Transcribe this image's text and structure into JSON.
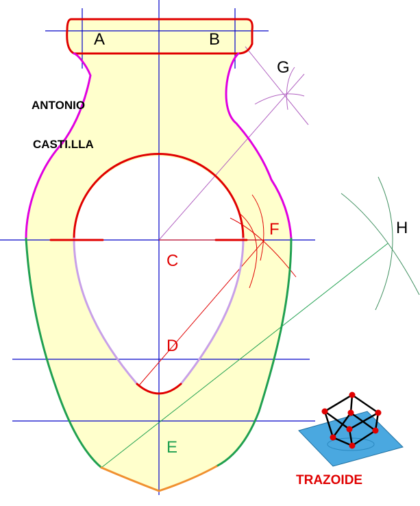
{
  "labels": {
    "A": "A",
    "B": "B",
    "C": "C",
    "D": "D",
    "E": "E",
    "F": "F",
    "G": "G",
    "H": "H"
  },
  "author": {
    "line1": "ANTONIO",
    "line2": "CASTI.LLA"
  },
  "logo": {
    "text": "TRAZOIDE"
  },
  "colors": {
    "fill": "#ffffcc",
    "axis": "#0000c8",
    "red": "#e00000",
    "magenta": "#e000e0",
    "green": "#20a050",
    "orange": "#f09030",
    "lavender": "#c8a0e8",
    "construction": "#b060c0",
    "arc_green": "#409060",
    "logo_blue": "#4aa8e0",
    "logo_red": "#e00000"
  }
}
